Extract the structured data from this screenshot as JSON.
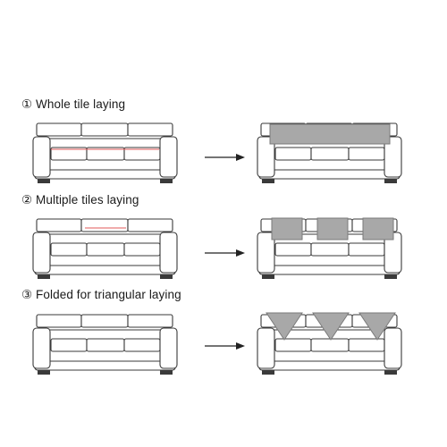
{
  "steps": [
    {
      "label": "①  Whole tile laying",
      "method": "whole"
    },
    {
      "label": "②  Multiple tiles laying",
      "method": "multiple"
    },
    {
      "label": "③  Folded for triangular laying",
      "method": "triangular"
    }
  ],
  "colors": {
    "outline": "#3a3a3a",
    "cover_fill": "#a8a8a8",
    "cover_stroke": "#7a7a7a",
    "measure_line": "#e05a5a",
    "arrow": "#222222"
  }
}
